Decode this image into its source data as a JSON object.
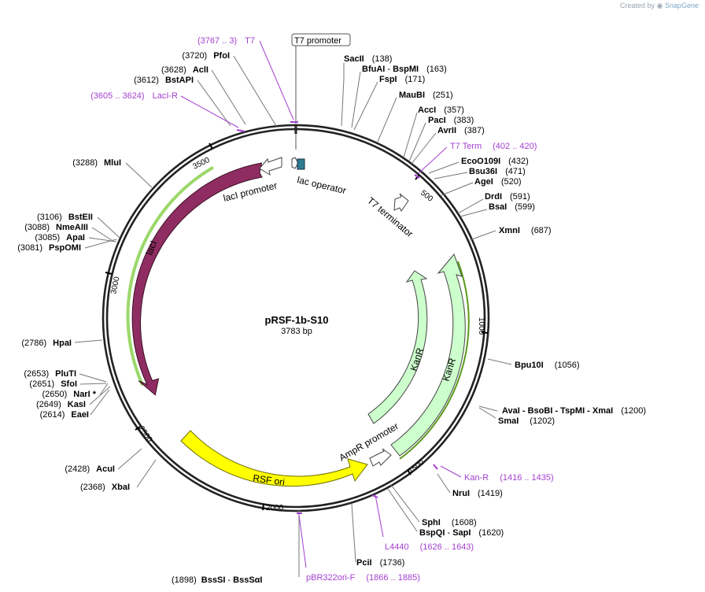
{
  "brand": {
    "prefix": "Created by",
    "name": "SnapGene"
  },
  "plasmid": {
    "name": "pRSF-1b-S10",
    "length": "3783 bp"
  },
  "ticks": [
    "500",
    "1000",
    "1500",
    "2000",
    "2500",
    "3000",
    "3500"
  ],
  "colors": {
    "primer": "#a43fd0",
    "lacI": "#8f2d62",
    "kanR": "#ccffcc",
    "ori": "#ffff00",
    "operator": "#2e7b90",
    "orf": "#80c030"
  },
  "features": {
    "t7_promoter": "T7 promoter",
    "lac_operator": "lac operator",
    "laci_promoter": "lacI promoter",
    "t7_terminator": "T7 terminator",
    "laci": "lacI",
    "kanr_inner": "KanR",
    "kanr_outer": "KanR",
    "ampr_promoter": "AmpR promoter",
    "rsf_ori": "RSF ori"
  },
  "sites": [
    {
      "id": "sacii",
      "name": "SacII",
      "pos": "(138)"
    },
    {
      "id": "bfuai",
      "name": "BfuAI",
      "sep": " - ",
      "name2": "BspMI",
      "pos": "(163)"
    },
    {
      "id": "fspi",
      "name": "FspI",
      "pos": "(171)"
    },
    {
      "id": "maubi",
      "name": "MauBI",
      "pos": "(251)"
    },
    {
      "id": "acci",
      "name": "AccI",
      "pos": "(357)"
    },
    {
      "id": "paci",
      "name": "PacI",
      "pos": "(383)"
    },
    {
      "id": "avrii",
      "name": "AvrII",
      "pos": "(387)"
    },
    {
      "id": "ecoo109i",
      "name": "EcoO109I",
      "pos": "(432)"
    },
    {
      "id": "bsu36i",
      "name": "Bsu36I",
      "pos": "(471)"
    },
    {
      "id": "agei",
      "name": "AgeI",
      "pos": "(520)"
    },
    {
      "id": "drdi",
      "name": "DrdI",
      "pos": "(591)"
    },
    {
      "id": "bsai",
      "name": "BsaI",
      "pos": "(599)"
    },
    {
      "id": "xmni",
      "name": "XmnI",
      "pos": "(687)"
    },
    {
      "id": "bpu10i",
      "name": "Bpu10I",
      "pos": "(1056)"
    },
    {
      "id": "avai",
      "name": "AvaI",
      "rest": " - BsoBI - TspMI - XmaI",
      "pos": "(1200)"
    },
    {
      "id": "smai",
      "name": "SmaI",
      "pos": "(1202)"
    },
    {
      "id": "crui",
      "name": "NruI",
      "pos": "(1419)"
    },
    {
      "id": "sphi",
      "name": "SphI",
      "pos": "(1608)"
    },
    {
      "id": "bspqi",
      "name": "BspQI",
      "sep": " - ",
      "name2": "SapI",
      "pos": "(1620)"
    },
    {
      "id": "pcii",
      "name": "PciI",
      "pos": "(1736)"
    },
    {
      "id": "bsssi",
      "name": "BssSI",
      "sep": " - ",
      "name2": "BssSαI",
      "pos": "(1898)"
    },
    {
      "id": "xbai",
      "name": "XbaI",
      "pos": "(2368)"
    },
    {
      "id": "acui",
      "name": "AcuI",
      "pos": "(2428)"
    },
    {
      "id": "eaei",
      "name": "EaeI",
      "pos": "(2614)"
    },
    {
      "id": "kasi",
      "name": "KasI",
      "pos": "(2649)"
    },
    {
      "id": "nari",
      "name": "NarI *",
      "pos": "(2650)"
    },
    {
      "id": "sfoi",
      "name": "SfoI",
      "pos": "(2651)"
    },
    {
      "id": "pluti",
      "name": "PluTI",
      "pos": "(2653)"
    },
    {
      "id": "hpai",
      "name": "HpaI",
      "pos": "(2786)"
    },
    {
      "id": "psppomi",
      "name": "PspOMI",
      "pos": "(3081)"
    },
    {
      "id": "apai",
      "name": "ApaI",
      "pos": "(3085)"
    },
    {
      "id": "nmeaiii",
      "name": "NmeAIII",
      "pos": "(3088)"
    },
    {
      "id": "bsteii",
      "name": "BstEII",
      "pos": "(3106)"
    },
    {
      "id": "mlui",
      "name": "MluI",
      "pos": "(3288)"
    },
    {
      "id": "bstapi",
      "name": "BstAPI",
      "pos": "(3612)"
    },
    {
      "id": "acli",
      "name": "AclI",
      "pos": "(3628)"
    },
    {
      "id": "pfoi",
      "name": "PfoI",
      "pos": "(3720)"
    }
  ],
  "primers": [
    {
      "id": "t7",
      "range": "(3767 .. 3)",
      "name": "T7"
    },
    {
      "id": "laci-r",
      "range": "(3605 .. 3624)",
      "name": "LacI-R"
    },
    {
      "id": "t7term",
      "name": "T7 Term",
      "range": "(402 .. 420)"
    },
    {
      "id": "kan-r",
      "name": "Kan-R",
      "range": "(1416 .. 1435)"
    },
    {
      "id": "l4440",
      "name": "L4440",
      "range": "(1626 .. 1643)"
    },
    {
      "id": "pbr322",
      "name": "pBR322ori-F",
      "range": "(1866 .. 1885)"
    }
  ]
}
